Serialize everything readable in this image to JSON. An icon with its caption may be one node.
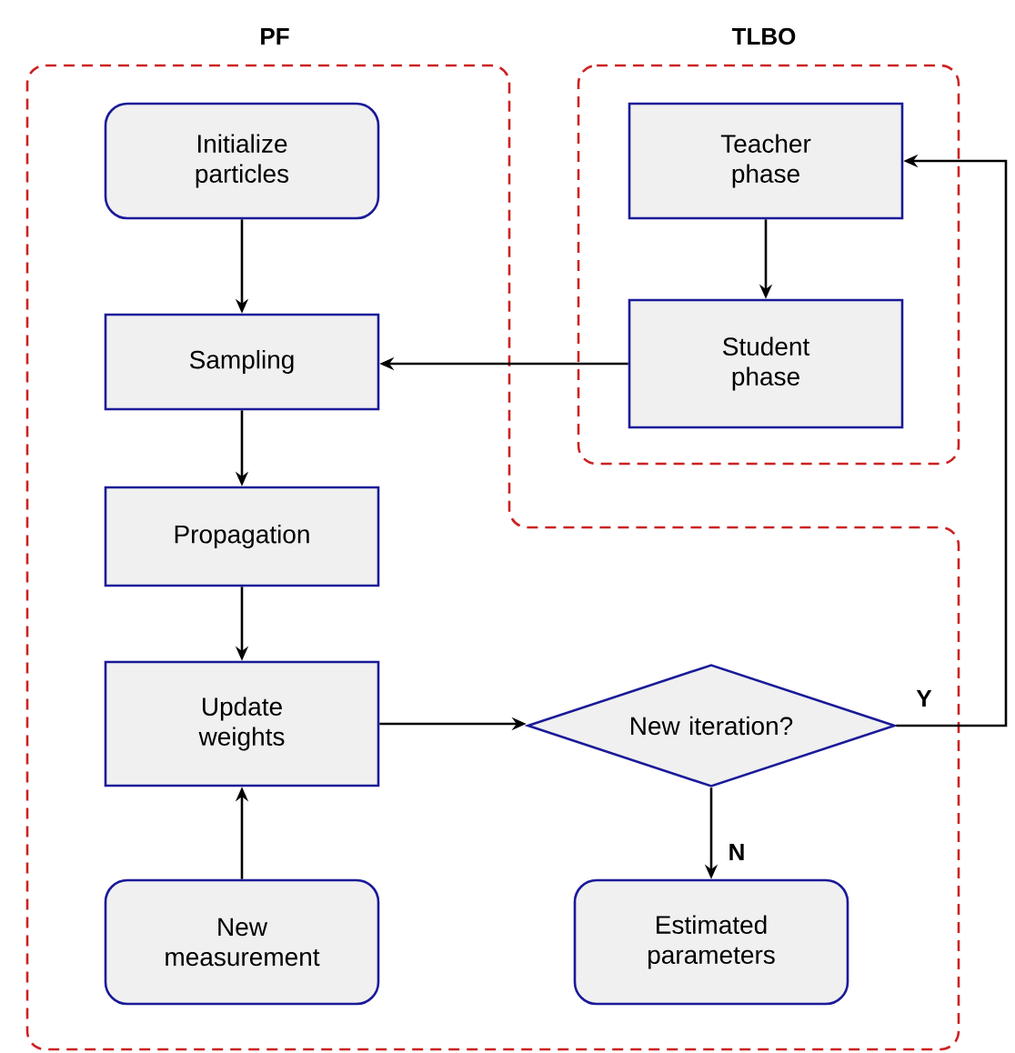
{
  "diagram": {
    "nodes": [
      {
        "text": [
          "PF"
        ]
      },
      {
        "text": [
          "Initialize particles"
        ],
        "in": 0
      },
      {
        "text": [
          "Sampling"
        ],
        "in": 0
      },
      {
        "text": [
          "Propagation"
        ],
        "in": 0
      },
      {
        "text": [
          "Update weights"
        ],
        "in": 0
      },
      {
        "text": [
          "New measurement"
        ],
        "in": 0
      },
      {
        "text": [
          "TLBO"
        ]
      },
      {
        "text": [
          "Teacher phase"
        ],
        "in": 6
      },
      {
        "text": [
          "Student phase"
        ],
        "in": 6
      },
      {
        "text": [
          "New iteration?"
        ],
        "in": 0
      },
      {
        "text": [
          "Estimated parameters"
        ],
        "in": 0
      }
    ],
    "edges": [
      {
        "from": 1,
        "to": 2,
        "arrow": "to"
      },
      {
        "from": 7,
        "to": 8,
        "arrow": "to"
      },
      {
        "from": 8,
        "to": 2,
        "arrow": "to"
      },
      {
        "from": 2,
        "to": 3,
        "arrow": "to"
      },
      {
        "from": 3,
        "to": 4,
        "arrow": "to"
      },
      {
        "from": 5,
        "to": 4,
        "arrow": "to"
      },
      {
        "from": 4,
        "to": 9,
        "arrow": "to"
      },
      {
        "from": 9,
        "to": 7,
        "arrow": "to",
        "label": "Y"
      },
      {
        "from": 9,
        "to": 10,
        "arrow": "to",
        "label": "N"
      }
    ]
  }
}
